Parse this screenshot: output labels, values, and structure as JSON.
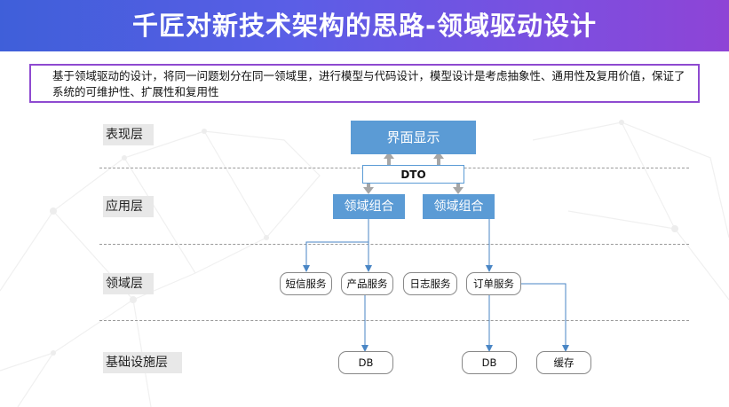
{
  "title": "千匠对新技术架构的思路-领域驱动设计",
  "description": "基于领域驱动的设计，将同一问题划分在同一领域里，进行模型与代码设计，模型设计是考虑抽象性、通用性及复用价值，保证了系统的可维护性、扩展性和复用性",
  "layers": {
    "presentation": "表现层",
    "application": "应用层",
    "domain": "领域层",
    "infrastructure": "基础设施层"
  },
  "presentation": {
    "display": "界面显示"
  },
  "dto": "DTO",
  "application": {
    "composite_left": "领域组合",
    "composite_right": "领域组合"
  },
  "domain": {
    "sms": "短信服务",
    "product": "产品服务",
    "log": "日志服务",
    "order": "订单服务"
  },
  "infrastructure": {
    "db_left": "DB",
    "db_right": "DB",
    "cache": "缓存"
  },
  "colors": {
    "title_gradient_start": "#3f5fd9",
    "title_gradient_end": "#8e44d6",
    "box_blue": "#5b9bd5",
    "arrow_gray": "#a6a6a6",
    "description_border": "#8e4ad0"
  }
}
